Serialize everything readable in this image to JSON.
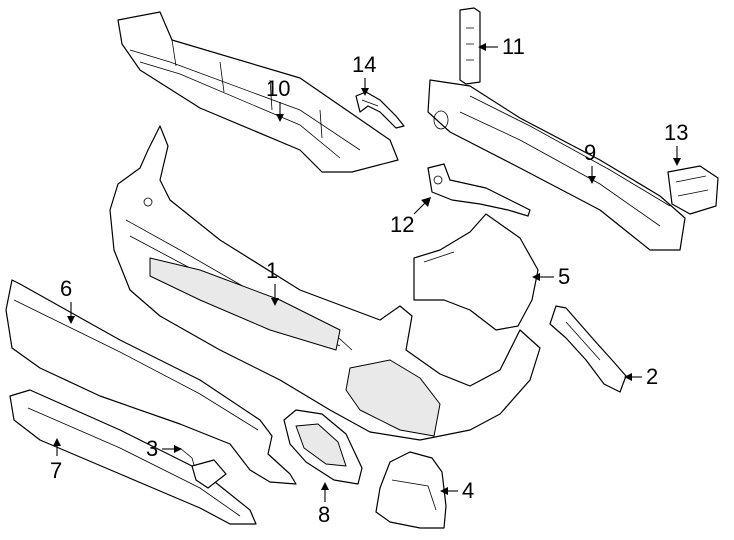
{
  "diagram": {
    "callouts": [
      {
        "id": "1",
        "label": "1"
      },
      {
        "id": "2",
        "label": "2"
      },
      {
        "id": "3",
        "label": "3"
      },
      {
        "id": "4",
        "label": "4"
      },
      {
        "id": "5",
        "label": "5"
      },
      {
        "id": "6",
        "label": "6"
      },
      {
        "id": "7",
        "label": "7"
      },
      {
        "id": "8",
        "label": "8"
      },
      {
        "id": "9",
        "label": "9"
      },
      {
        "id": "10",
        "label": "10"
      },
      {
        "id": "11",
        "label": "11"
      },
      {
        "id": "12",
        "label": "12"
      },
      {
        "id": "13",
        "label": "13"
      },
      {
        "id": "14",
        "label": "14"
      }
    ],
    "colors": {
      "line": "#000000",
      "fill": "#ffffff",
      "shade": "#e9e9e9"
    }
  }
}
